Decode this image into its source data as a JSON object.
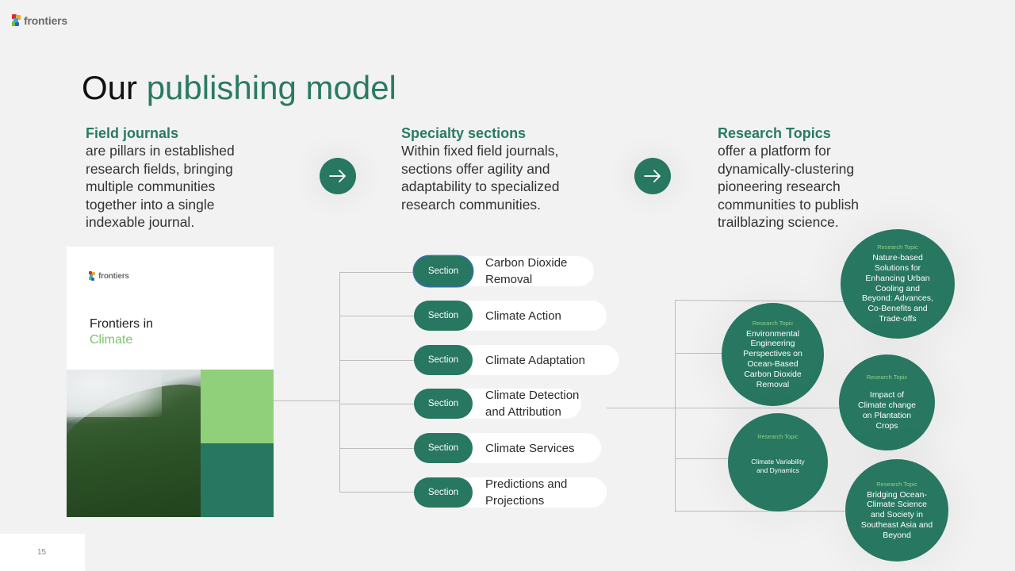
{
  "brand": {
    "name": "frontiers",
    "logo_colors": [
      "#e4252a",
      "#f7a823",
      "#3aa6dc",
      "#2b66b1",
      "#6bbd45",
      "#f3d21b"
    ]
  },
  "title": {
    "prefix": "Our",
    "accent": "publishing model"
  },
  "colors": {
    "accent": "#2a7a64",
    "badge": "#287760",
    "light_green": "#90d07b",
    "background": "#f2f2f2"
  },
  "columns": [
    {
      "heading": "Field journals",
      "body_lines": [
        "are pillars in established",
        "research fields, bringing",
        "multiple communities",
        "together into a single",
        "indexable journal."
      ]
    },
    {
      "heading": "Specialty sections",
      "body_lines": [
        "Within fixed field journals,",
        "sections offer agility and",
        "adaptability to specialized",
        "research communities."
      ]
    },
    {
      "heading": "Research Topics",
      "body_lines": [
        "offer a platform for",
        "dynamically-clustering",
        "pioneering research",
        "communities to publish",
        "trailblazing science."
      ]
    }
  ],
  "arrows": [
    {
      "icon": "arrow-right-icon"
    },
    {
      "icon": "arrow-right-icon"
    }
  ],
  "journal_cover": {
    "logo_text": "frontiers",
    "title_line1": "Frontiers in",
    "title_line2": "Climate"
  },
  "sections": [
    {
      "badge": "Section",
      "label_lines": [
        "Carbon Dioxide",
        "Removal"
      ],
      "selected": true
    },
    {
      "badge": "Section",
      "label_lines": [
        "Climate Action"
      ],
      "selected": false
    },
    {
      "badge": "Section",
      "label_lines": [
        "Climate Adaptation"
      ],
      "selected": false
    },
    {
      "badge": "Section",
      "label_lines": [
        "Climate Detection",
        "and Attribution"
      ],
      "selected": false
    },
    {
      "badge": "Section",
      "label_lines": [
        "Climate Services"
      ],
      "selected": false
    },
    {
      "badge": "Section",
      "label_lines": [
        "Predictions and",
        "Projections"
      ],
      "selected": false
    }
  ],
  "research_topics": [
    {
      "kicker": "Research Topic",
      "title_lines": [
        "Nature-based",
        "Solutions for",
        "Enhancing Urban",
        "Cooling and",
        "Beyond: Advances,",
        "Co-Benefits and",
        "Trade-offs"
      ]
    },
    {
      "kicker": "Research Topic",
      "title_lines": [
        "Environmental",
        "Engineering",
        "Perspectives on",
        "Ocean-Based",
        "Carbon Dioxide",
        "Removal"
      ]
    },
    {
      "kicker": "Research Topic",
      "title_lines": [
        "Impact of",
        "Climate change",
        "on Plantation",
        "Crops"
      ]
    },
    {
      "kicker": "Research Topic",
      "title_lines": [
        "Climate Variability",
        "and Dynamics"
      ]
    },
    {
      "kicker": "Research Topic",
      "title_lines": [
        "Bridging Ocean-",
        "Climate Science",
        "and Society in",
        "Southeast Asia and",
        "Beyond"
      ]
    }
  ],
  "page_number": "15"
}
